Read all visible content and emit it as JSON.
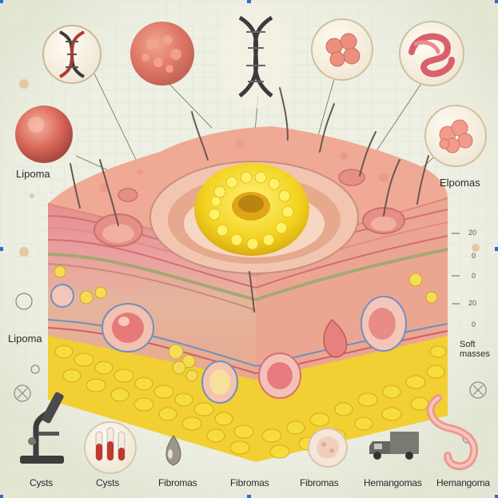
{
  "labels": {
    "left_top": "Lipoma",
    "right_top": "Elpomas",
    "left_mid": "Lipoma",
    "soft_line1": "Soft",
    "soft_line2": "masses"
  },
  "scale_marks": [
    "20",
    "0",
    "0",
    "20",
    "0"
  ],
  "bottom_labels": [
    "Cysts",
    "Cysts",
    "Fibromas",
    "Fibromas",
    "Fibromas",
    "Hemangomas",
    "Hemangoma"
  ],
  "colors": {
    "background": "#eef0e4",
    "grid_line": "#d8dccb",
    "skin_top": "#f0a995",
    "skin_layer": "#e78d8d",
    "dermis": "#e3b09b",
    "fat_yellow": "#f4d22a",
    "lesion_yellow": "#f7e03a",
    "accent_green": "#9aa37a"
  },
  "icons": [
    "dna-icon",
    "tissue-sphere-icon",
    "dna-icon",
    "fibroma-icon",
    "hemangioma-icon",
    "cyst-sphere-icon",
    "lipoma-cluster-icon",
    "microscope-icon",
    "test-tubes-icon",
    "droplet-icon",
    "petri-dish-icon",
    "truck-icon",
    "vessel-icon"
  ]
}
